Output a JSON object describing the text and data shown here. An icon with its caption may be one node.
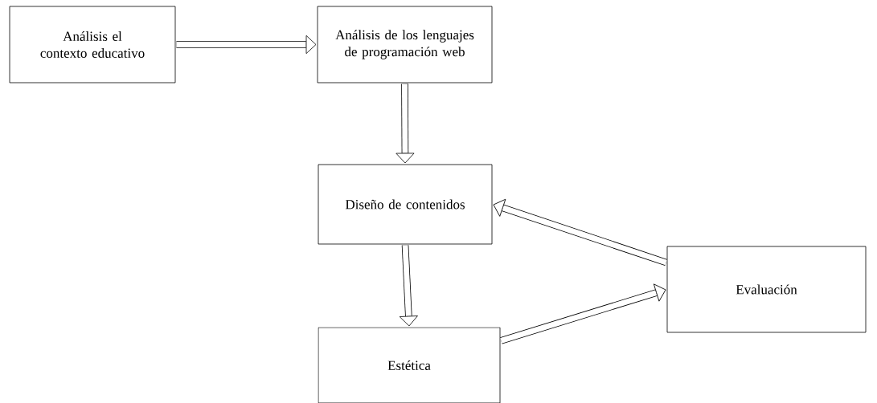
{
  "diagram": {
    "nodes": [
      {
        "text": [
          "Análisis el contexto educativo"
        ]
      },
      {
        "text": [
          "Análisis de los lenguajes de programación web"
        ]
      },
      {
        "text": [
          "Diseño de contenidos"
        ]
      },
      {
        "text": [
          "Evaluación"
        ]
      },
      {
        "text": [
          "Estética"
        ]
      }
    ],
    "edges": [
      {
        "from": 0,
        "to": 1,
        "arrow": "to"
      },
      {
        "from": 1,
        "to": 2,
        "arrow": "to"
      },
      {
        "from": 2,
        "to": 4,
        "arrow": "to"
      },
      {
        "from": 4,
        "to": 3,
        "arrow": "to"
      },
      {
        "from": 3,
        "to": 2,
        "arrow": "to"
      }
    ]
  }
}
